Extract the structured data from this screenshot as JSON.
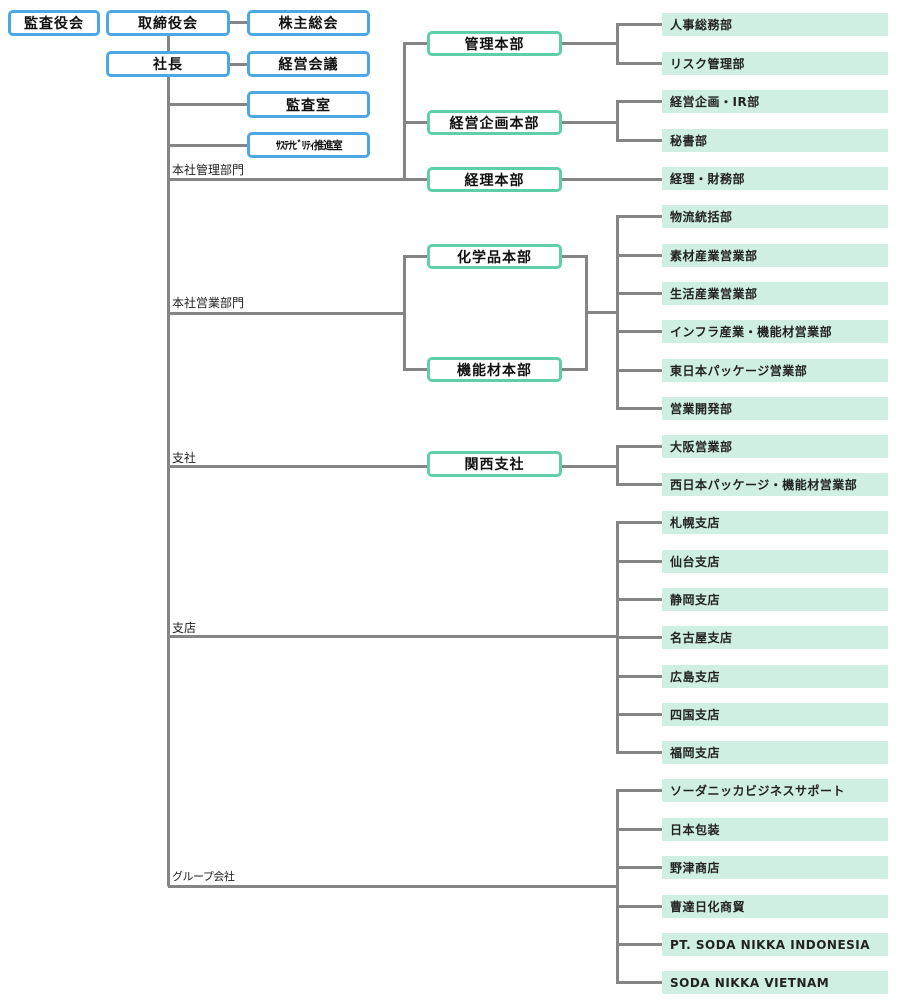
{
  "top": {
    "audit_board": "監査役会",
    "board_of_directors": "取締役会",
    "shareholders_meeting": "株主総会",
    "president": "社長",
    "management_meeting": "経営会議",
    "audit_office": "監査室",
    "sustainability_office": "ｻｽﾃﾅﾋﾞﾘﾃｨ推進室"
  },
  "categories": [
    {
      "label": "本社管理部門"
    },
    {
      "label": "本社営業部門"
    },
    {
      "label": "支社"
    },
    {
      "label": "支店"
    },
    {
      "label": "グループ会社"
    }
  ],
  "divisions": [
    {
      "label": "管理本部",
      "units": [
        "人事総務部",
        "リスク管理部"
      ]
    },
    {
      "label": "経営企画本部",
      "units": [
        "経営企画・IR部",
        "秘書部"
      ]
    },
    {
      "label": "経理本部",
      "units": [
        "経理・財務部"
      ]
    },
    {
      "label": "化学品本部"
    },
    {
      "label": "機能材本部"
    },
    {
      "label": "関西支社",
      "units": [
        "大阪営業部",
        "西日本パッケージ・機能材営業部"
      ]
    }
  ],
  "sales_units": [
    "物流統括部",
    "素材産業営業部",
    "生活産業営業部",
    "インフラ産業・機能材営業部",
    "東日本パッケージ営業部",
    "営業開発部"
  ],
  "branches": [
    "札幌支店",
    "仙台支店",
    "静岡支店",
    "名古屋支店",
    "広島支店",
    "四国支店",
    "福岡支店"
  ],
  "group_companies": [
    "ソーダニッカビジネスサポート",
    "日本包装",
    "野津商店",
    "曹達日化商貿",
    "PT. SODA NIKKA INDONESIA",
    "SODA NIKKA VIETNAM"
  ],
  "colors": {
    "top_border": "#4ba7e6",
    "division_border": "#5fcfa8",
    "leaf_fill": "#d0efe3",
    "connector": "#858585"
  }
}
